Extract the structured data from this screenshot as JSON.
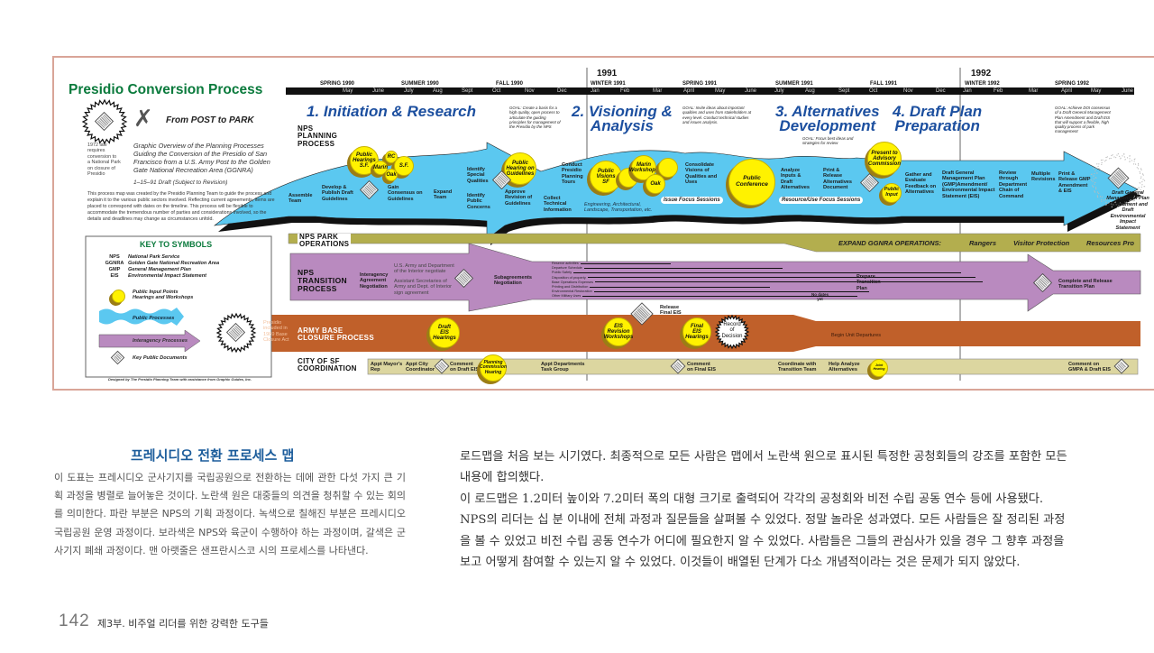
{
  "title": "Presidio Conversion Process",
  "subtitle": "From POST to PARK",
  "law_note": "1972 law\nrequires\nconversion to\na National Park\non closure of\nPresidio",
  "overview": "Graphic Overview of the Planning Processes\nGuiding the Conversion of the Presidio of San\nFrancisco from a U.S. Army Post to the Golden\nGate National Recreation Area (GGNRA)",
  "draft_date": "1–15–91 Draft (Subject to Revision)",
  "intro": "This process map was created by the Presidio Planning Team to guide the process and explain it to the various public sectors involved. Reflecting current agreements, items are placed to correspond with dates on the timeline. This process will be flexible to accommodate the tremendous number of parties and considerations involved, so the details and deadlines may change as circumstances unfold.",
  "credit": "Designed by The Presidio Planning Team with assistance from Graphic Guides, Inc.",
  "key": {
    "title": "KEY TO SYMBOLS",
    "abbr": [
      [
        "NPS",
        "National Park Service"
      ],
      [
        "GGNRA",
        "Golden Gate National Recreation Area"
      ],
      [
        "GMP",
        "General Management Plan"
      ],
      [
        "EIS",
        "Environmental Impact Statement"
      ]
    ],
    "public_input": "Public Input Points\nHearings and Workshops",
    "public_processes": "Public Processes",
    "interagency": "Interagency Processes",
    "documents": "Key Public Documents"
  },
  "timeline": {
    "years": [
      "1991",
      "1992"
    ],
    "seasons": [
      "SPRING 1990",
      "SUMMER 1990",
      "FALL 1990",
      "WINTER 1991",
      "SPRING 1991",
      "SUMMER 1991",
      "FALL 1991",
      "WINTER 1992",
      "SPRING 1992"
    ],
    "months": [
      "May",
      "June",
      "July",
      "Aug",
      "Sept",
      "Oct",
      "Nov",
      "Dec",
      "Jan",
      "Feb",
      "Mar",
      "April",
      "May",
      "June",
      "July",
      "Aug",
      "Sept",
      "Oct",
      "Nov",
      "Dec",
      "Jan",
      "Feb",
      "Mar",
      "April",
      "May",
      "June"
    ]
  },
  "phases": [
    "1. Initiation & Research",
    "2. Visioning &\nAnalysis",
    "3. Alternatives\nDevelopment",
    "4. Draft Plan\nPreparation"
  ],
  "goals": [
    "GOAL: Create a basis for a\nhigh quality, open process to\narticulate the guiding\nprinciples for management of\nthe Presidio by the NPS",
    "GOAL: Invite ideas about important\nqualities and uses from stakeholders at\nevery level. Conduct technical studies\nand issues analysis.",
    "GOAL: Focus best ideas and\nstrategies for review",
    "GOAL: Achieve DOI consensus\nof a Draft General Management\nPlan Amendment and Draft EIS\nthat will support a flexible, high\nquality process of park\nmanagement"
  ],
  "lanes": {
    "planning": "NPS\nPLANNING\nPROCESS",
    "operations": "NPS PARK\nOPERATIONS",
    "transition": "NPS\nTRANSITION\nPROCESS",
    "army": "ARMY BASE\nCLOSURE PROCESS",
    "city": "CITY OF SF\nCOORDINATION"
  },
  "planning": {
    "labels": [
      "Assemble\nTeam",
      "Develop &\nPublish Draft\nGuidelines",
      "Gain\nConsensus on\nGuidelines",
      "Expand\nTeam",
      "Identify\nSpecial\nQualities",
      "Identify\nPublic\nConcerns",
      "Approve\nRevision of\nGuidelines",
      "Conduct\nPresidio\nPlanning\nTours",
      "Collect\nTechnical\nInformation",
      "Consolidate\nVisions of\nQualities and\nUses",
      "Analyze\nInputs &\nDraft\nAlternatives",
      "Print &\nRelease\nAlternatives\nDocument",
      "Gather and\nEvaluate\nFeedback on\nAlternatives",
      "Draft General\nManagement Plan\n(GMP)Amendment/\nEnvironmental Impact\nStatement (EIS)",
      "Review\nthrough\nDepartment\nChain of\nCommand",
      "Multiple\nRevisions",
      "Print &\nRelease GMP\nAmendment\n& EIS",
      "Draft General\nManagement Plan\nAmendment and Draft\nEnvironmental Impact\nStatement"
    ],
    "technical_note": "Engineering, Architectural,\nLandscape, Transportation, etc.",
    "sessions": [
      "Issue Focus Sessions",
      "Resource/Use Focus Sessions"
    ],
    "circles": [
      "Public\nHearings\nS.F.",
      "RC",
      "Marin",
      "S.F.",
      "Oak",
      "Public\nHearing on\nGuidelines",
      "Public Visions\nSF",
      "Marin\nWorkshops",
      "Oak",
      "Public\nConference",
      "Present to\nAdvisory\nCommission",
      "Public\nInput"
    ]
  },
  "operations": {
    "heading": "EXPAND GGNRA OPERATIONS:",
    "items": [
      "Rangers",
      "Visitor Protection",
      "Resources Pro"
    ]
  },
  "transition": {
    "labels": [
      "Interagency\nAgreement\nNegotiation",
      "U.S. Army and Department\nof the Interior negotiate",
      "Assistant Secretaries of\nArmy and Dept. of Interior\nsign agreement",
      "Subagreements\nNegotiation",
      "Prepare\nTransition\nPlan",
      "No dates\nyet",
      "Complete and Release\nTransition Plan",
      "Release\nFinal EIS"
    ],
    "subagreements": [
      "Reserve activities",
      "Departure Schedule",
      "Public Safety",
      "Disposition of property",
      "Base Operations Expenses",
      "Printing and Distribution",
      "Environmental Restoration",
      "Other Military Uses"
    ]
  },
  "army": {
    "presidio_note": "Presidio\nincluded in\n1989 Base\nClosure Act",
    "circles": [
      "Draft\nEIS\nHearings",
      "EIS\nRevision\nWorkshops",
      "Final\nEIS\nHearings"
    ],
    "record": "Record\nof\nDecision",
    "departures": "Begin Unit Departures"
  },
  "city": {
    "labels": [
      "Appt Mayor's\nRep",
      "Appt City\nCoordinator",
      "Comment\non Draft EIS",
      "Appt Departments\nTask Group",
      "Comment\non Final EIS",
      "Coordinate with\nTransition Team",
      "Help Analyze\nAlternatives",
      "Comment on\nGMPA & Draft EIS"
    ],
    "circles": [
      "Planning\nCommission\nHearing",
      "Joint\nHearing"
    ]
  },
  "colors": {
    "planning": "#5bc8f0",
    "operations": "#b3ae4e",
    "transition": "#b98abf",
    "army": "#c0602a",
    "city": "#dcd6a0",
    "public_input": "#fff200",
    "heading_green": "#0a7a3c",
    "phase_blue": "#1c4f9f"
  },
  "article": {
    "heading": "프레시디오 전환 프로세스 맵",
    "caption": "이 도표는 프레시디오 군사기지를 국립공원으로 전환하는 데에 관한 다섯 가지 큰 기획 과정을 병렬로 늘어놓은 것이다. 노란색 원은 대중들의 의견을 청취할 수 있는 회의를 의미한다. 파란 부분은 NPS의 기획 과정이다. 녹색으로 칠해진 부분은 프레시디오 국립공원 운영 과정이다. 보라색은 NPS와 육군이 수행하야 하는 과정이며, 갈색은 군사기지 폐쇄 과정이다. 맨 아랫줄은 샌프란시스코 시의 프로세스를 나타낸다.",
    "body": [
      "로드맵을 처음 보는 시기였다. 최종적으로 모든 사람은 맵에서 노란색 원으로 표시된 특정한 공청회들의 강조를 포함한 모든 내용에 합의했다.",
      "이 로드맵은 1.2미터 높이와 7.2미터 폭의 대형 크기로 출력되어 각각의 공청회와 비전 수립 공동 연수 등에 사용됐다. NPS의 리더는 십 분 이내에 전체 과정과 질문들을 살펴볼 수 있었다. 정말 놀라운 성과였다. 모든 사람들은 잘 정리된 과정을 볼 수 있었고 비전 수립 공동 연수가 어디에 필요한지 알 수 있었다. 사람들은 그들의 관심사가 있을 경우 그 향후 과정을 보고 어떻게 참여할 수 있는지 알 수 있었다. 이것들이 배열된 단계가 다소 개념적이라는 것은 문제가 되지 않았다."
    ]
  },
  "footer": {
    "page": "142",
    "section": "제3부. 비주얼 리더를 위한 강력한 도구들"
  }
}
